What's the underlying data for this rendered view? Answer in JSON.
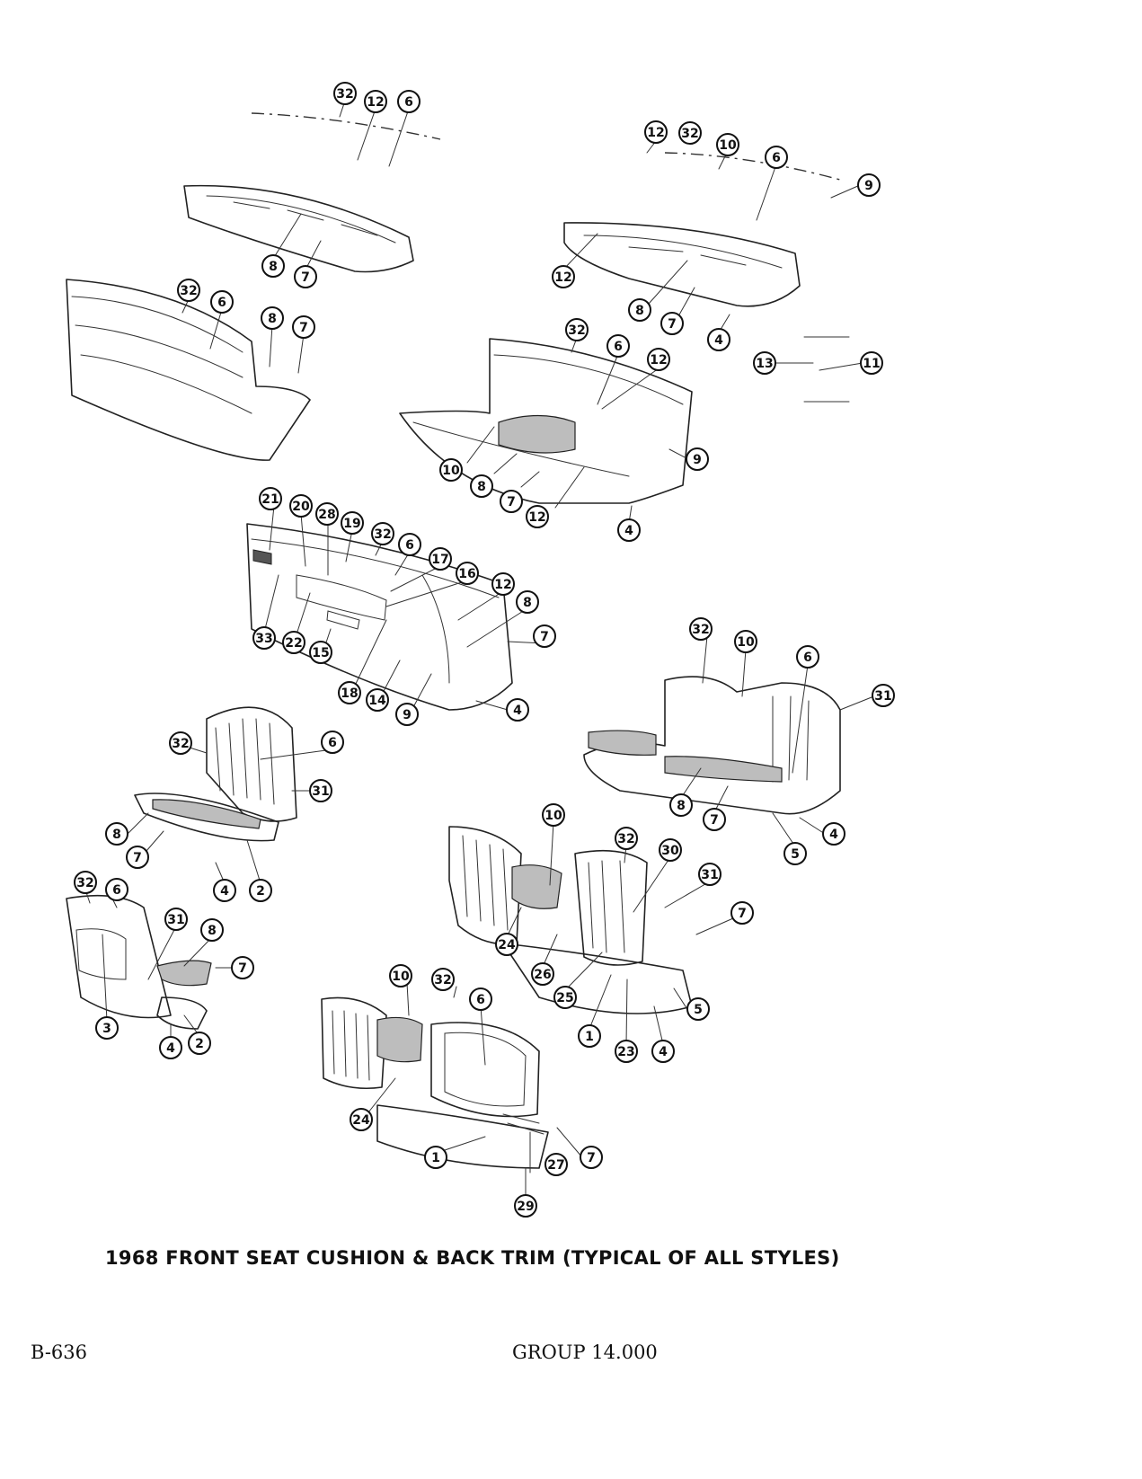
{
  "caption": "1968 FRONT SEAT CUSHION & BACK TRIM (TYPICAL OF ALL STYLES)",
  "page_number": "B-636",
  "group": "GROUP 14.000",
  "callouts": [
    "32",
    "12",
    "6",
    "8",
    "7",
    "32",
    "6",
    "8",
    "7",
    "12",
    "32",
    "10",
    "6",
    "9",
    "12",
    "8",
    "7",
    "4",
    "13",
    "11",
    "32",
    "6",
    "12",
    "10",
    "8",
    "7",
    "12",
    "9",
    "4",
    "21",
    "20",
    "28",
    "19",
    "32",
    "6",
    "17",
    "16",
    "12",
    "8",
    "7",
    "33",
    "22",
    "15",
    "18",
    "14",
    "9",
    "4",
    "32",
    "10",
    "6",
    "31",
    "8",
    "7",
    "5",
    "4",
    "32",
    "6",
    "31",
    "8",
    "7",
    "4",
    "2",
    "32",
    "6",
    "31",
    "8",
    "7",
    "3",
    "4",
    "2",
    "10",
    "32",
    "30",
    "31",
    "7",
    "24",
    "26",
    "25",
    "1",
    "23",
    "4",
    "5",
    "10",
    "32",
    "6",
    "24",
    "1",
    "27",
    "7",
    "29"
  ]
}
